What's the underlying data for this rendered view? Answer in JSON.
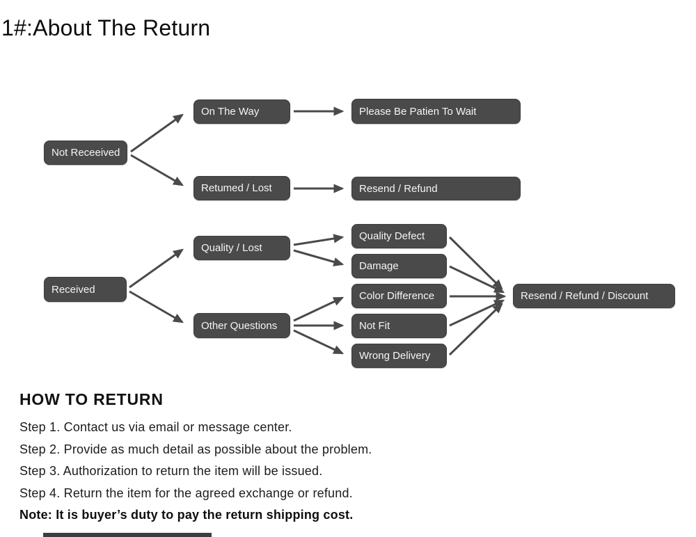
{
  "page_title": "1#:About The Return",
  "flowchart": {
    "not_received": "Not Receeived",
    "on_the_way": "On The Way",
    "please_wait": "Please Be Patien To Wait",
    "returned_lost": "Retumed / Lost",
    "resend_refund": "Resend / Refund",
    "received": "Received",
    "quality_lost": "Quality / Lost",
    "quality_defect": "Quality Defect",
    "damage": "Damage",
    "other_questions": "Other Questions",
    "color_difference": "Color Difference",
    "not_fit": "Not Fit",
    "wrong_delivery": "Wrong Delivery",
    "resend_refund_discount": "Resend / Refund / Discount"
  },
  "how_to_return": {
    "heading": "HOW TO RETURN",
    "steps": [
      "Step 1. Contact us via email or message center.",
      "Step 2. Provide as much detail as possible about the problem.",
      "Step 3. Authorization to return the item will be issued.",
      "Step 4. Return the item for the agreed exchange or refund."
    ],
    "note": "Note: It is buyer’s duty to pay the return shipping cost."
  },
  "colors": {
    "node_background": "#4a4a4a",
    "node_text": "#f5f5f5",
    "arrow": "#4a4a4a",
    "body_text": "#1c1c1c"
  }
}
